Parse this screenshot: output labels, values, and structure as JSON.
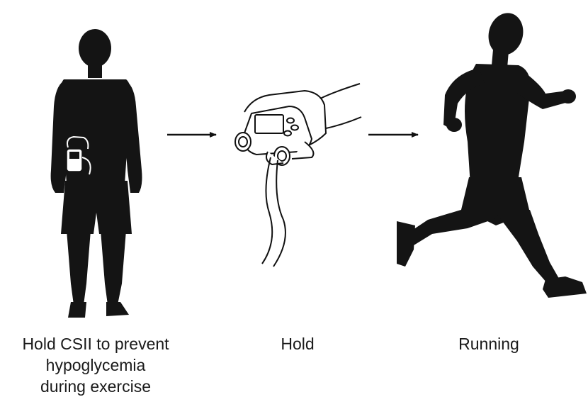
{
  "colors": {
    "silhouette": "#141414",
    "line": "#111111",
    "background": "#ffffff",
    "pump_fill": "#ffffff"
  },
  "icons": {
    "standing": "standing-person-silhouette-icon",
    "pump": "insulin-pump-in-hand-icon",
    "runner": "running-person-silhouette-icon",
    "arrow": "right-arrow-icon"
  },
  "captions": {
    "step1": {
      "line1": "Hold CSII to prevent",
      "line2": "hypoglycemia",
      "line3": "during exercise"
    },
    "step2": {
      "line1": "Hold"
    },
    "step3": {
      "line1": "Running"
    }
  }
}
